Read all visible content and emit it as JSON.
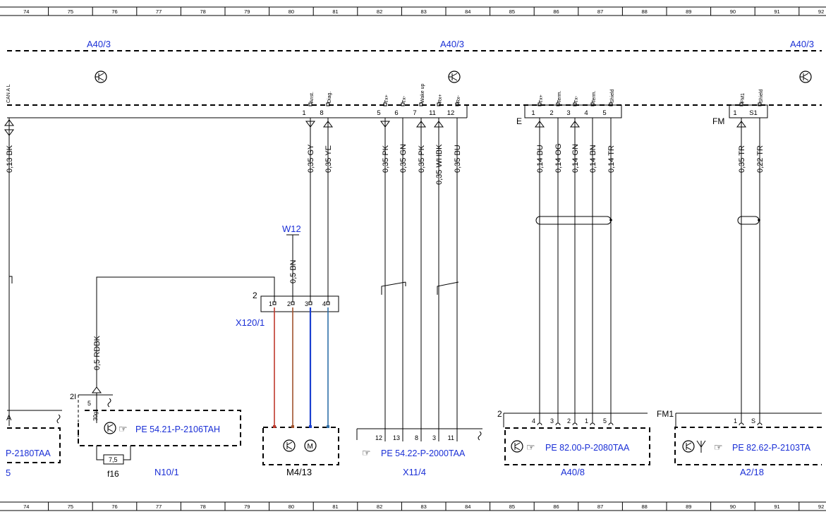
{
  "ruler": {
    "numbers": [
      "74",
      "75",
      "76",
      "77",
      "78",
      "79",
      "80",
      "81",
      "82",
      "83",
      "84",
      "85",
      "86",
      "87",
      "88",
      "89",
      "90",
      "91",
      "92"
    ]
  },
  "bus_labels": [
    "A40/3",
    "A40/3",
    "A40/3"
  ],
  "left_edge": {
    "pin_label": "CAN A L",
    "wire": "0,13 BK",
    "box_pin": "A",
    "ref_text": "P-2180TAA",
    "ref_suffix": "5"
  },
  "a40_3": {
    "pins": [
      {
        "num": "1",
        "name": "Anst.",
        "wire": "0,35 GY"
      },
      {
        "num": "8",
        "name": "Diag.",
        "wire": "0,35 YE"
      },
      {
        "num": "5",
        "name": "Tx+",
        "wire": "0,35 PK"
      },
      {
        "num": "6",
        "name": "Tx-",
        "wire": "0,35 GN"
      },
      {
        "num": "7",
        "name": "Wake up",
        "wire": "0,35 PK"
      },
      {
        "num": "11",
        "name": "Rx+",
        "wire": "0,35 WHBK"
      },
      {
        "num": "12",
        "name": "Rx-",
        "wire": "0,35 BU"
      }
    ],
    "connector_e": "E",
    "e_pins": [
      {
        "num": "1",
        "name": "Tx+",
        "wire": "0,14 BU"
      },
      {
        "num": "2",
        "name": "Term.",
        "wire": "0,14 OG"
      },
      {
        "num": "3",
        "name": "Tx-",
        "wire": "0,14 GN"
      },
      {
        "num": "4",
        "name": "Term.",
        "wire": "0,14 BN"
      },
      {
        "num": "5",
        "name": "Shield",
        "wire": "0,14 TR"
      }
    ],
    "connector_fm": "FM",
    "fm_pins": [
      {
        "num": "1",
        "name": "FM1",
        "wire": "0,35 TR"
      },
      {
        "num": "S1",
        "name": "Shield",
        "wire": "0,22 TR"
      }
    ]
  },
  "w12": {
    "label": "W12",
    "wire": "0,5 BN"
  },
  "x120_1": {
    "label": "X120/1",
    "count": "2",
    "pins": [
      "1",
      "2",
      "3",
      "4"
    ]
  },
  "n10_1": {
    "wire": "0,5 RDBK",
    "connector": "2I",
    "pin": "5",
    "terminal": "30g",
    "ref": "PE 54.21-P-2106TAH",
    "fuse_value": "7,5",
    "fuse_label": "f16",
    "label": "N10/1"
  },
  "m4_13": {
    "label": "M4/13",
    "motor": "M"
  },
  "x11_4": {
    "pins": [
      "12",
      "13",
      "8",
      "3",
      "11"
    ],
    "ref": "PE 54.22-P-2000TAA",
    "label": "X11/4"
  },
  "a40_8": {
    "connector": "2",
    "pins": [
      "4",
      "3",
      "2",
      "1",
      "5"
    ],
    "ref": "PE 82.00-P-2080TAA",
    "label": "A40/8"
  },
  "a2_18": {
    "connector": "FM1",
    "pins": [
      "1",
      "S"
    ],
    "ref": "PE 82.62-P-2103TA",
    "label": "A2/18"
  },
  "colors": {
    "accent_blue": "#1a2fd6",
    "wire_red": "#c0392b",
    "wire_brown": "#a0522d",
    "wire_blue": "#1a3fd0",
    "wire_lightblue": "#2e6fa8"
  }
}
